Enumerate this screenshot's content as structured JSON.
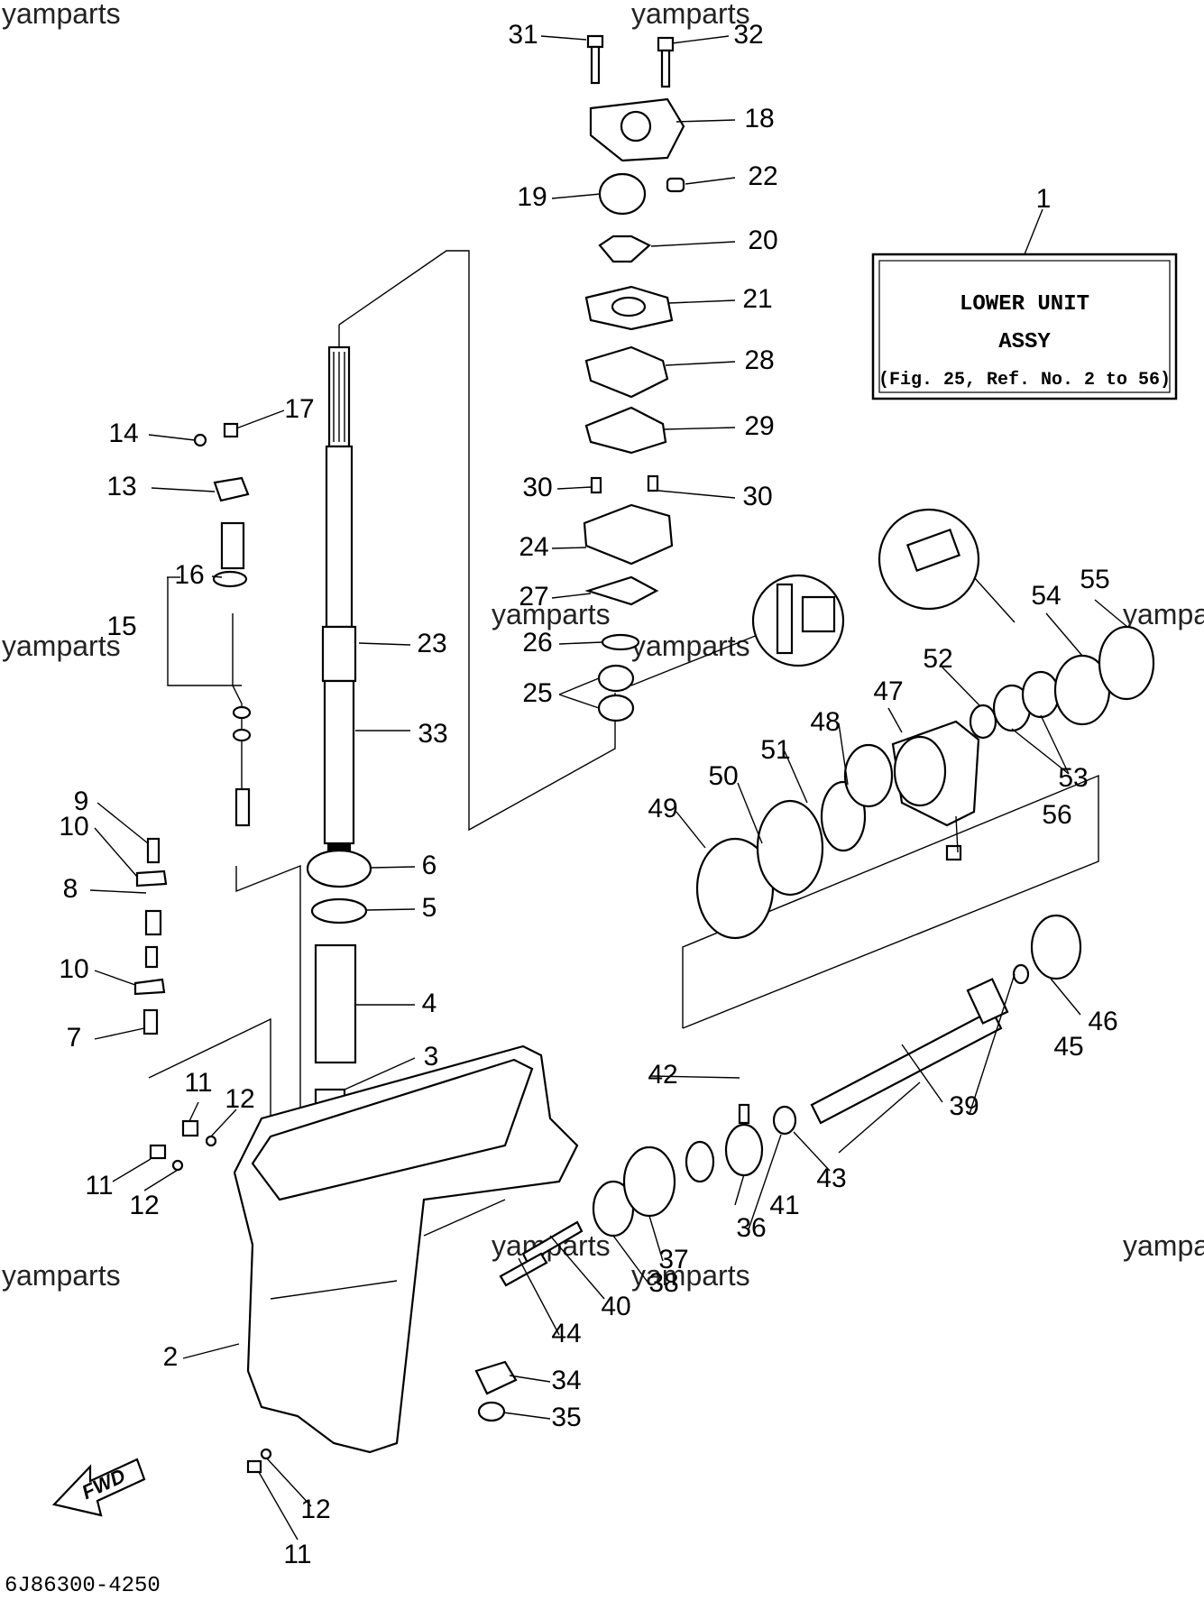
{
  "watermark": "yamparts",
  "box": {
    "line1": "LOWER UNIT",
    "line2": "ASSY",
    "line3": "(Fig. 25, Ref. No. 2 to 56)"
  },
  "fwd_label": "FWD",
  "reference_code": "6J86300-4250",
  "callouts": [
    "1",
    "2",
    "3",
    "4",
    "5",
    "6",
    "7",
    "8",
    "9",
    "10",
    "10",
    "11",
    "11",
    "11",
    "12",
    "12",
    "12",
    "13",
    "14",
    "15",
    "16",
    "17",
    "18",
    "19",
    "20",
    "21",
    "22",
    "23",
    "24",
    "25",
    "26",
    "27",
    "28",
    "29",
    "30",
    "30",
    "31",
    "32",
    "33",
    "34",
    "35",
    "36",
    "37",
    "38",
    "39",
    "40",
    "41",
    "42",
    "43",
    "44",
    "45",
    "46",
    "47",
    "48",
    "49",
    "50",
    "51",
    "52",
    "53",
    "54",
    "55",
    "56"
  ]
}
